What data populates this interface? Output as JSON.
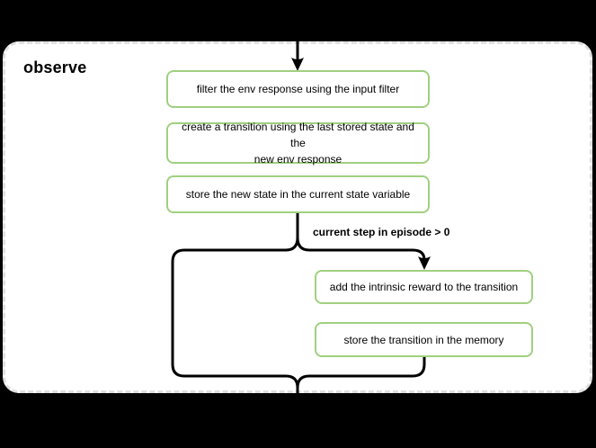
{
  "diagram": {
    "type": "flowchart",
    "title": "observe",
    "nodes": [
      {
        "id": "filter-env-response",
        "label": "filter the env response using the input filter"
      },
      {
        "id": "create-transition",
        "label": "create a transition using the last stored state and the\nnew env response"
      },
      {
        "id": "store-new-state",
        "label": "store the new state in the current state variable"
      },
      {
        "id": "add-intrinsic-reward",
        "label": "add the intrinsic reward to the transition"
      },
      {
        "id": "store-transition",
        "label": "store the transition in the memory"
      }
    ],
    "condition_label": "current step in episode > 0",
    "colors": {
      "page_bg": "#000000",
      "container_bg": "#ffffff",
      "container_border": "#e0e0e0",
      "node_bg": "#ffffff",
      "node_border": "#a0d080",
      "flow_line": "#000000",
      "text": "#000000"
    }
  }
}
